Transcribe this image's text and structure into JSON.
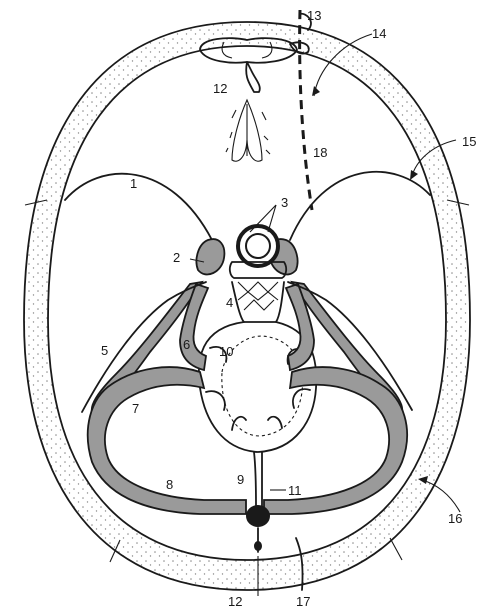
{
  "labels": [
    "1",
    "2",
    "3",
    "4",
    "5",
    "6",
    "7",
    "8",
    "9",
    "10",
    "11",
    "12",
    "12",
    "13",
    "14",
    "15",
    "16",
    "17",
    "18"
  ],
  "colors": {
    "ink": "#1a1a1a",
    "sinus_fill": "#9a9a9a",
    "bone_dots": "#8a8a8a",
    "background": "#ffffff"
  }
}
